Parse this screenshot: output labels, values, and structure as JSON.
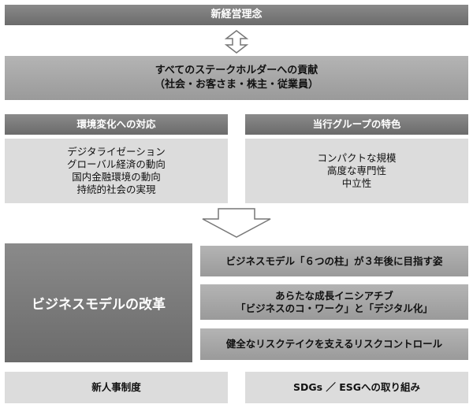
{
  "top": {
    "philosophy": "新経営理念"
  },
  "contribution": {
    "line1": "すべてのステークホルダーへの貢献",
    "line2": "（社会・お客さま・株主・従業員）"
  },
  "environment": {
    "header": "環境変化への対応",
    "items": [
      "デジタライゼーション",
      "グローバル経済の動向",
      "国内金融環境の動向",
      "持続的社会の実現"
    ]
  },
  "features": {
    "header": "当行グループの特色",
    "items": [
      "コンパクトな規模",
      "高度な専門性",
      "中立性"
    ]
  },
  "reform": {
    "title": "ビジネスモデルの改革"
  },
  "initiatives": {
    "item1": "ビジネスモデル「６つの柱」が３年後に目指す姿",
    "item2_line1": "あらたな成長イニシアチブ",
    "item2_line2": "「ビジネスのコ・ワーク」と「デジタル化」",
    "item3": "健全なリスクテイクを支えるリスクコントロール"
  },
  "bottom": {
    "hr": "新人事制度",
    "sdgs": "SDGs ／ ESGへの取り組み"
  },
  "colors": {
    "dark": "#6b6b6b",
    "mid": "#a8a8a8",
    "light": "#dcdcdc"
  }
}
